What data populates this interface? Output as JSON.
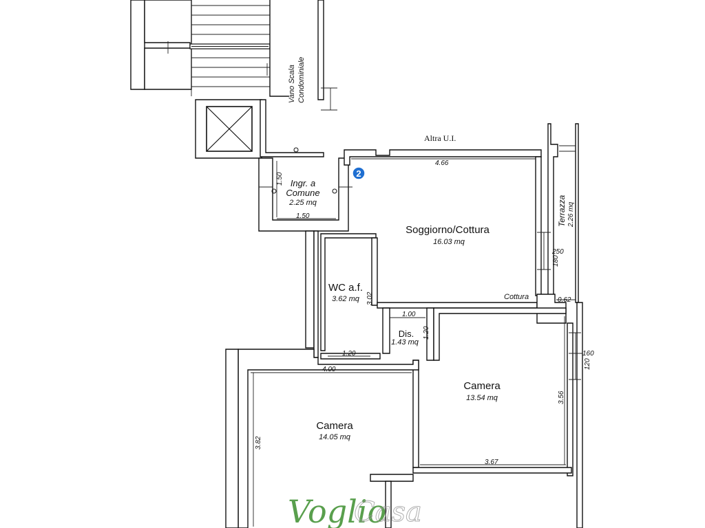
{
  "plan": {
    "rooms": {
      "stair": {
        "line1": "Vano Scala",
        "line2": "Condominiale"
      },
      "entry": {
        "line1": "Ingr. a",
        "line2": "Comune",
        "area": "2.25 mq"
      },
      "living": {
        "name": "Soggiorno/Cottura",
        "area": "16.03 mq",
        "note": "Cottura"
      },
      "terrace": {
        "name": "Terrazza",
        "area": "2.26 mq"
      },
      "wc": {
        "name": "WC a.f.",
        "area": "3.62 mq"
      },
      "dis": {
        "name": "Dis.",
        "area": "1.43 mq"
      },
      "bedroom_right": {
        "name": "Camera",
        "area": "13.54 mq"
      },
      "bedroom_left": {
        "name": "Camera",
        "area": "14.05 mq"
      }
    },
    "neighbor": "Altra U.I.",
    "marker": "2",
    "dimensions": {
      "living_width": "4.66",
      "entry_side": "1.50",
      "entry_bottom": "1.50",
      "wc_height": "3.02",
      "wc_width": "1.20",
      "dis_width": "1.00",
      "dis_height": "1.20",
      "left_bed_width": "4.00",
      "left_bed_height": "3.82",
      "right_bed_height": "3.56",
      "right_bed_width": "3.67",
      "window_right_top": "250",
      "window_right_bottom": "180",
      "terrace_depth": "0.62",
      "window_bed_top": "160",
      "window_bed_bottom": "120"
    },
    "logo": {
      "part1": "Voglio",
      "part2": "Casa",
      "color": "#3d8f2f"
    }
  }
}
